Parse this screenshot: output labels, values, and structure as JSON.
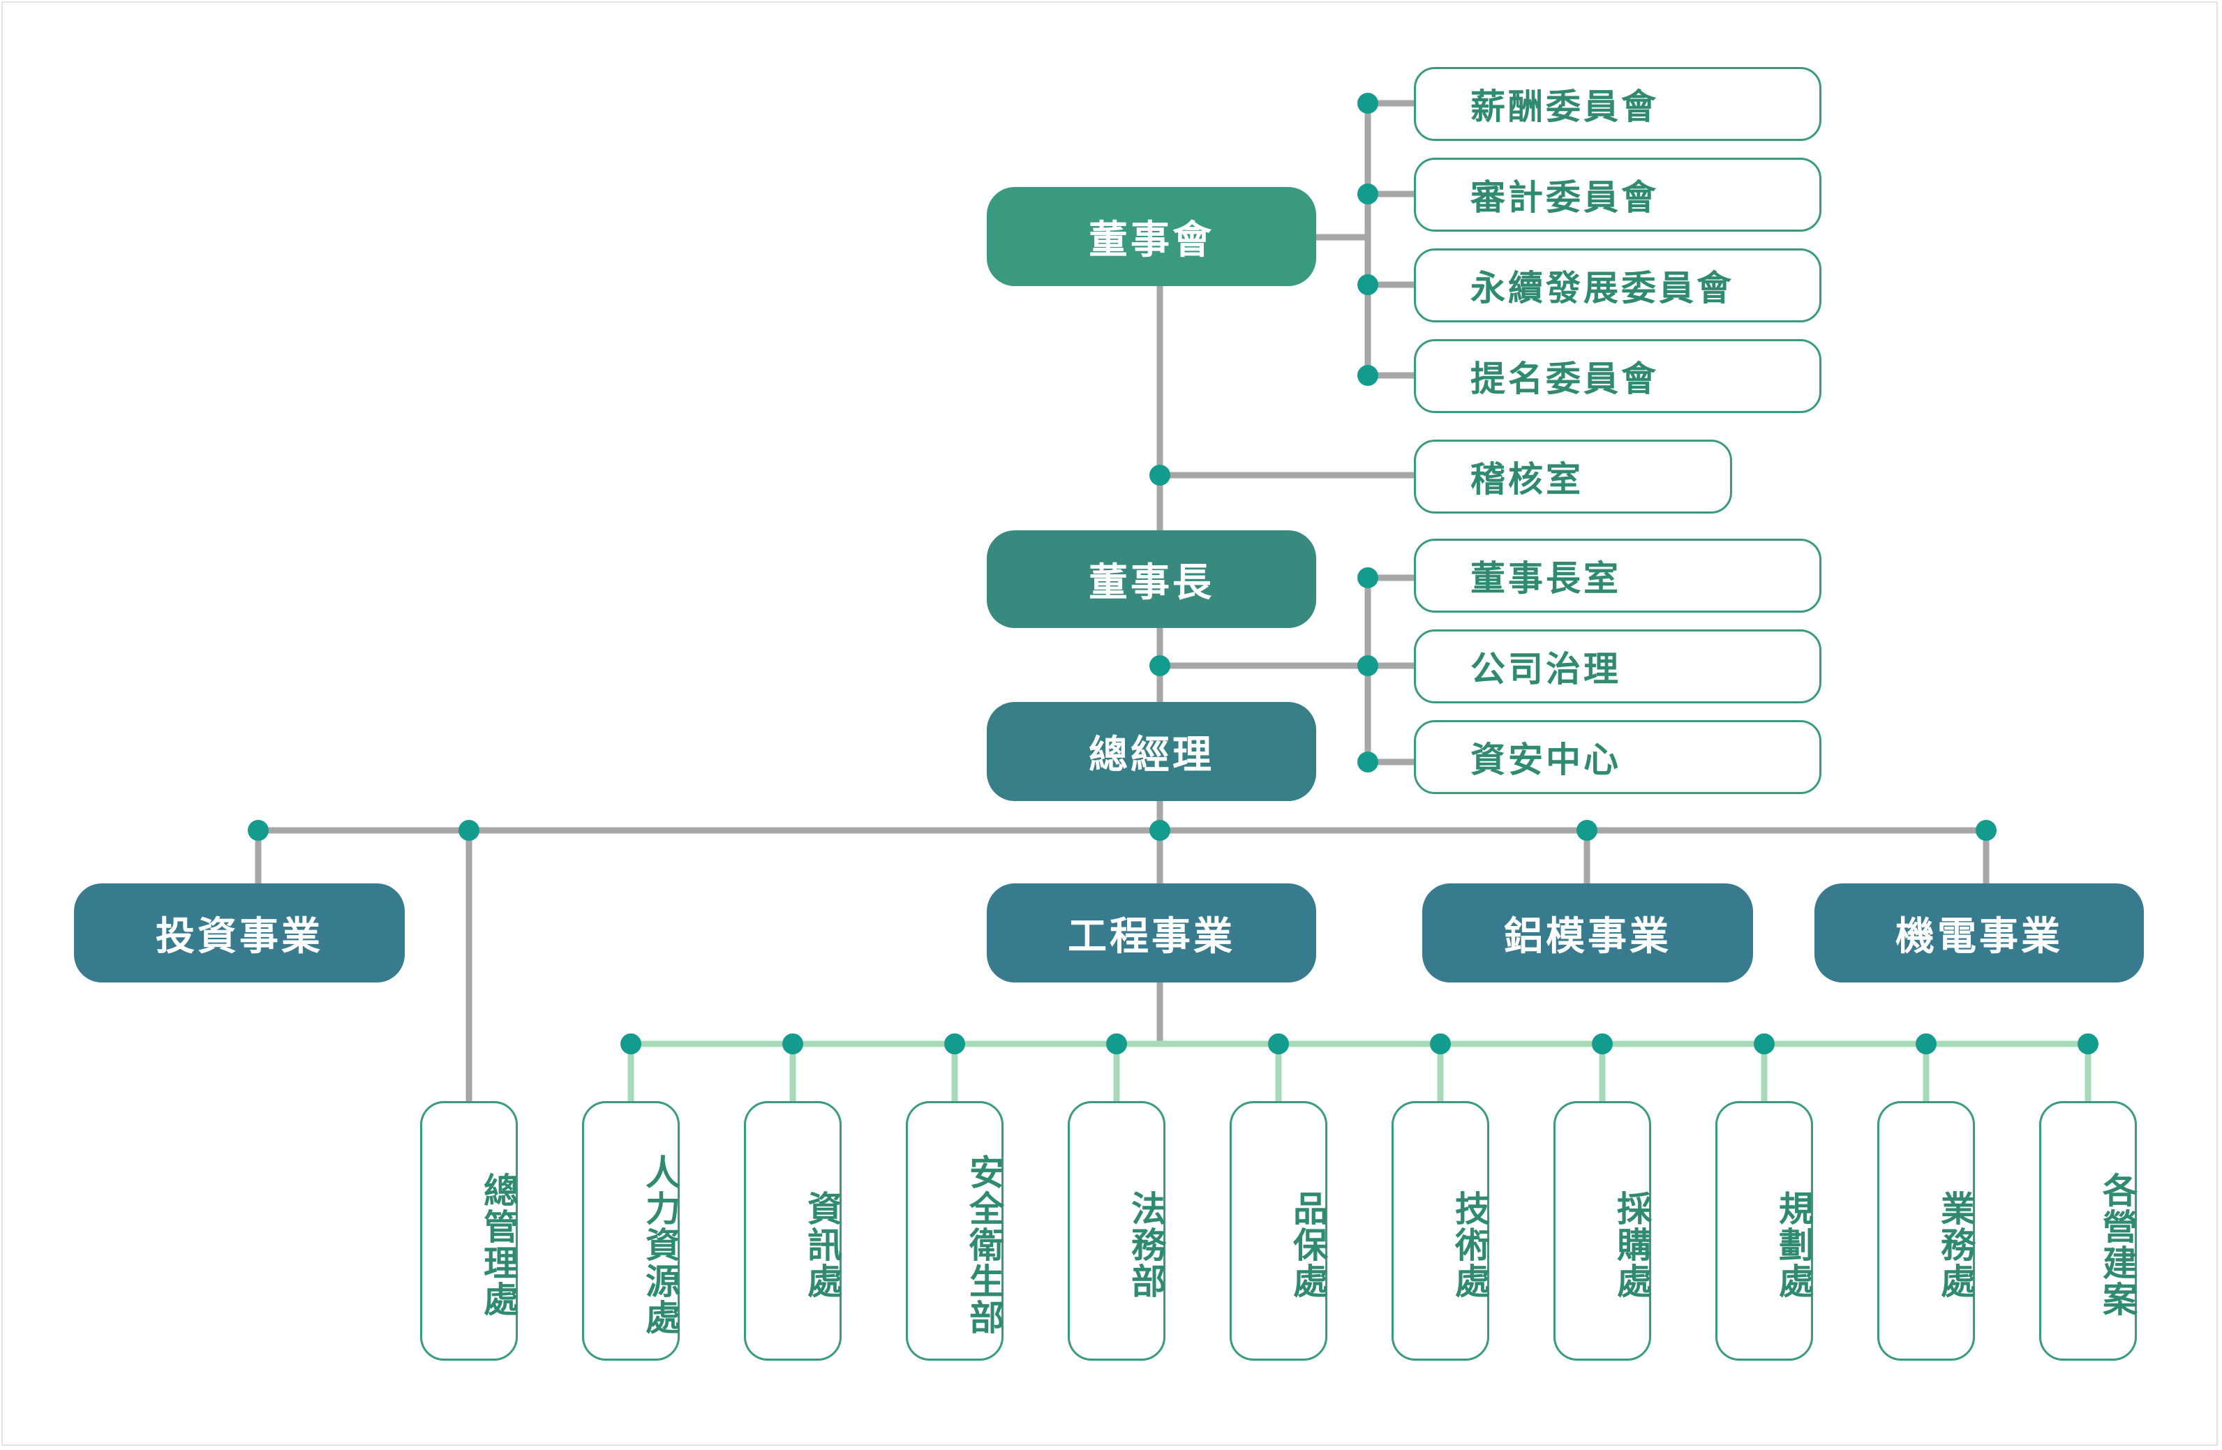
{
  "colors": {
    "line_gray": "#a6a6a6",
    "line_green": "#a9dab8",
    "dot": "#139c8e",
    "board": "#3a9a80",
    "chairman": "#388a7f",
    "president": "#377f86",
    "business": "#387a8e",
    "box_border": "#3a9a80",
    "box_text": "#2f8a70"
  },
  "top": {
    "board": "董事會",
    "chairman": "董事長",
    "president": "總經理"
  },
  "committees": [
    "薪酬委員會",
    "審計委員會",
    "永續發展委員會",
    "提名委員會"
  ],
  "audit_office": "稽核室",
  "chairman_units": [
    "董事長室",
    "公司治理",
    "資安中心"
  ],
  "businesses": {
    "investment": "投資事業",
    "engineering": "工程事業",
    "aluminum_formwork": "鋁模事業",
    "electromechanical": "機電事業"
  },
  "general_management": "總管理處",
  "departments": [
    "人力資源處",
    "資訊處",
    "安全衛生部",
    "法務部",
    "品保處",
    "技術處",
    "採購處",
    "規劃處",
    "業務處",
    "各營建案"
  ]
}
